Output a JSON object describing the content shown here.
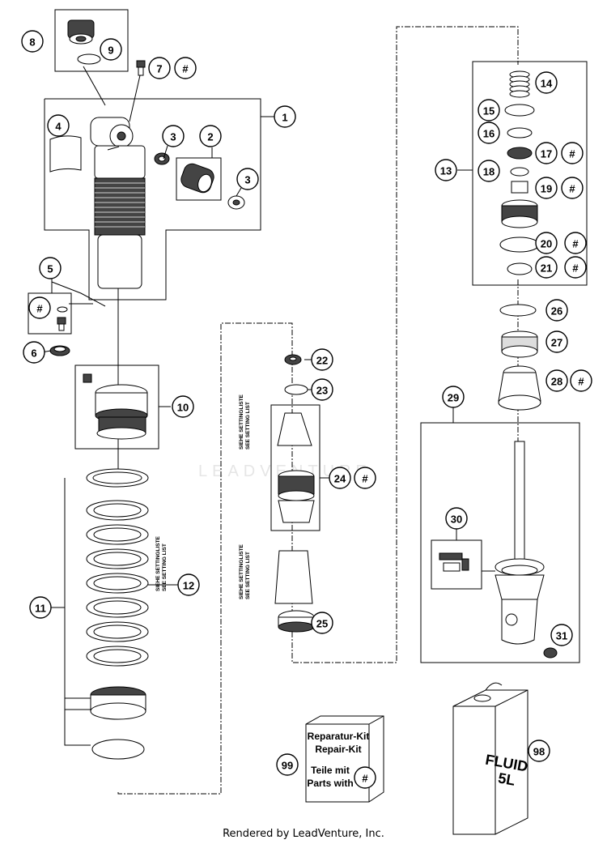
{
  "diagram": {
    "callouts": [
      {
        "id": "c1",
        "label": "1",
        "hash": false
      },
      {
        "id": "c2",
        "label": "2",
        "hash": false
      },
      {
        "id": "c3a",
        "label": "3",
        "hash": false
      },
      {
        "id": "c3b",
        "label": "3",
        "hash": false
      },
      {
        "id": "c4",
        "label": "4",
        "hash": false
      },
      {
        "id": "c5",
        "label": "5",
        "hash": false
      },
      {
        "id": "c5h",
        "label": "#",
        "hash": true
      },
      {
        "id": "c6",
        "label": "6",
        "hash": false
      },
      {
        "id": "c7",
        "label": "7",
        "hash": true
      },
      {
        "id": "c8",
        "label": "8",
        "hash": false
      },
      {
        "id": "c9",
        "label": "9",
        "hash": false
      },
      {
        "id": "c10",
        "label": "10",
        "hash": false
      },
      {
        "id": "c11",
        "label": "11",
        "hash": false
      },
      {
        "id": "c12",
        "label": "12",
        "hash": false
      },
      {
        "id": "c13",
        "label": "13",
        "hash": false
      },
      {
        "id": "c14",
        "label": "14",
        "hash": false
      },
      {
        "id": "c15",
        "label": "15",
        "hash": false
      },
      {
        "id": "c16",
        "label": "16",
        "hash": false
      },
      {
        "id": "c17",
        "label": "17",
        "hash": true
      },
      {
        "id": "c18",
        "label": "18",
        "hash": false
      },
      {
        "id": "c19",
        "label": "19",
        "hash": true
      },
      {
        "id": "c20",
        "label": "20",
        "hash": true
      },
      {
        "id": "c21",
        "label": "21",
        "hash": true
      },
      {
        "id": "c22",
        "label": "22",
        "hash": false
      },
      {
        "id": "c23",
        "label": "23",
        "hash": false
      },
      {
        "id": "c24",
        "label": "24",
        "hash": true
      },
      {
        "id": "c25",
        "label": "25",
        "hash": false
      },
      {
        "id": "c26",
        "label": "26",
        "hash": false
      },
      {
        "id": "c27",
        "label": "27",
        "hash": false
      },
      {
        "id": "c28",
        "label": "28",
        "hash": true
      },
      {
        "id": "c29",
        "label": "29",
        "hash": false
      },
      {
        "id": "c30",
        "label": "30",
        "hash": false
      },
      {
        "id": "c31",
        "label": "31",
        "hash": false
      },
      {
        "id": "c98",
        "label": "98",
        "hash": false
      },
      {
        "id": "c99",
        "label": "99",
        "hash": false
      }
    ],
    "hash_symbol": "#",
    "setting_note": {
      "line1": "SIEHE SETTINGLISTE",
      "line2": "SEE SETTING LIST"
    },
    "kit": {
      "line1": "Reparatur-Kit",
      "line2": "Repair-Kit",
      "line3": "Teile mit",
      "line4": "Parts with"
    },
    "fluid": {
      "line1": "FLUID",
      "line2": "5L"
    },
    "watermark": "LEADVENTURE",
    "footer": "Rendered by LeadVenture, Inc."
  }
}
